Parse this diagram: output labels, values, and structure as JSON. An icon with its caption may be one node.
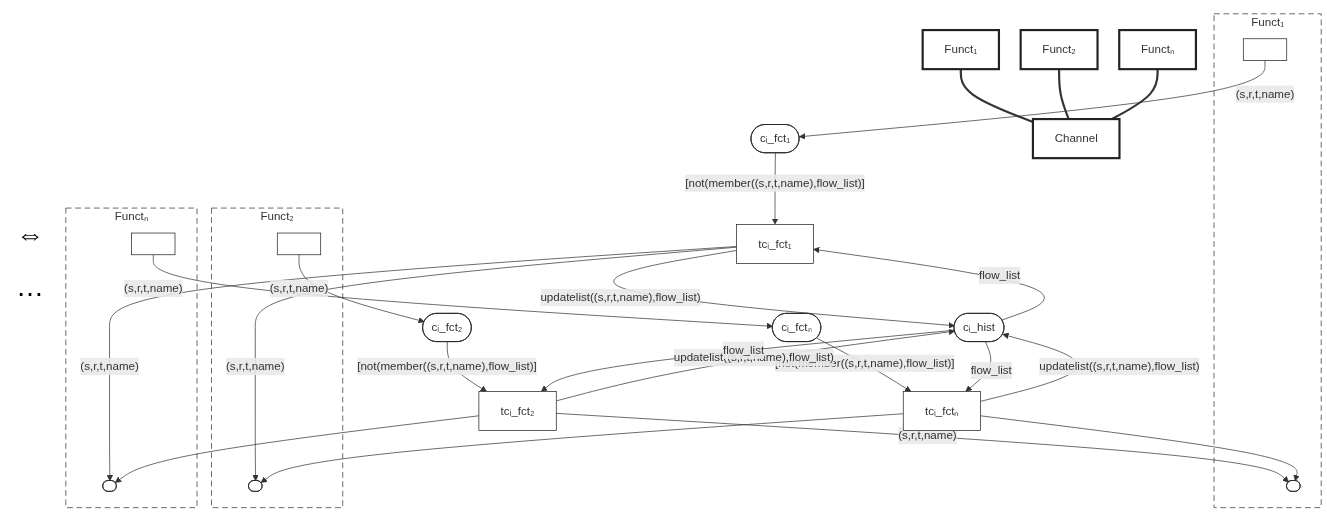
{
  "diagram": {
    "nodes": [
      {
        "text": [
          "Funct₁"
        ]
      },
      {
        "text": [
          "Funct₂"
        ]
      },
      {
        "text": [
          "Functₙ"
        ]
      },
      {
        "text": [
          "Channel"
        ]
      },
      {
        "text": [
          "Funct₁"
        ]
      },
      {
        "text": [],
        "shape": "circle",
        "in": 4
      },
      {
        "text": [],
        "shape": "box",
        "in": 4
      },
      {
        "text": [
          "Funct₂"
        ]
      },
      {
        "text": [],
        "shape": "circle",
        "in": 7
      },
      {
        "text": [],
        "shape": "box",
        "in": 7
      },
      {
        "text": [
          "Functₙ"
        ]
      },
      {
        "text": [],
        "shape": "circle",
        "in": 10
      },
      {
        "text": [],
        "shape": "box",
        "in": 10
      },
      {
        "text": [
          "cᵢ_fct₁"
        ]
      },
      {
        "text": [
          "tcᵢ_fct₁"
        ]
      },
      {
        "text": [
          "cᵢ_fct₂"
        ]
      },
      {
        "text": [
          "tcᵢ_fct₂"
        ]
      },
      {
        "text": [
          "cᵢ_fctₙ"
        ]
      },
      {
        "text": [
          "tcᵢ_fctₙ"
        ]
      },
      {
        "text": [
          "cᵢ_hist"
        ]
      }
    ],
    "edges": [
      {
        "from": 0,
        "to": 3,
        "arrow": "none"
      },
      {
        "from": 1,
        "to": 3,
        "arrow": "none"
      },
      {
        "from": 2,
        "to": 3,
        "arrow": "none"
      },
      {
        "from": 6,
        "to": 13,
        "arrow": "to",
        "label": "(s,r,t,name)"
      },
      {
        "from": 13,
        "to": 14,
        "arrow": "to",
        "label": "[not(member((s,r,t,name),flow_list)]"
      },
      {
        "from": 9,
        "to": 15,
        "arrow": "to",
        "label": "(s,r,t,name)"
      },
      {
        "from": 15,
        "to": 16,
        "arrow": "to",
        "label": "[not(member((s,r,t,name),flow_list)]"
      },
      {
        "from": 12,
        "to": 17,
        "arrow": "to",
        "label": "(s,r,t,name)"
      },
      {
        "from": 17,
        "to": 18,
        "arrow": "to",
        "label": "[not(member((s,r,t,name),flow_list)]"
      },
      {
        "from": 16,
        "to": 5,
        "arrow": "to",
        "label": "(s,r,t,name)"
      },
      {
        "from": 18,
        "to": 5,
        "arrow": "to"
      },
      {
        "from": 14,
        "to": 8,
        "arrow": "to",
        "label": "(s,r,t,name)"
      },
      {
        "from": 18,
        "to": 8,
        "arrow": "to"
      },
      {
        "from": 14,
        "to": 11,
        "arrow": "to",
        "label": "(s,r,t,name)"
      },
      {
        "from": 16,
        "to": 11,
        "arrow": "to"
      },
      {
        "from": 14,
        "to": 19,
        "arrow": "to",
        "label": "updatelist((s,r,t,name),flow_list)"
      },
      {
        "from": 19,
        "to": 14,
        "arrow": "to",
        "label": "flow_list"
      },
      {
        "from": 16,
        "to": 19,
        "arrow": "to",
        "label": "updatelist((s,r,t,name),flow_list)"
      },
      {
        "from": 19,
        "to": 16,
        "arrow": "to",
        "label": "flow_list"
      },
      {
        "from": 18,
        "to": 19,
        "arrow": "to",
        "label": "updatelist((s,r,t,name),flow_list)"
      },
      {
        "from": 19,
        "to": 18,
        "arrow": "to",
        "label": "flow_list"
      }
    ],
    "labels": [
      "⇔",
      "…"
    ]
  }
}
